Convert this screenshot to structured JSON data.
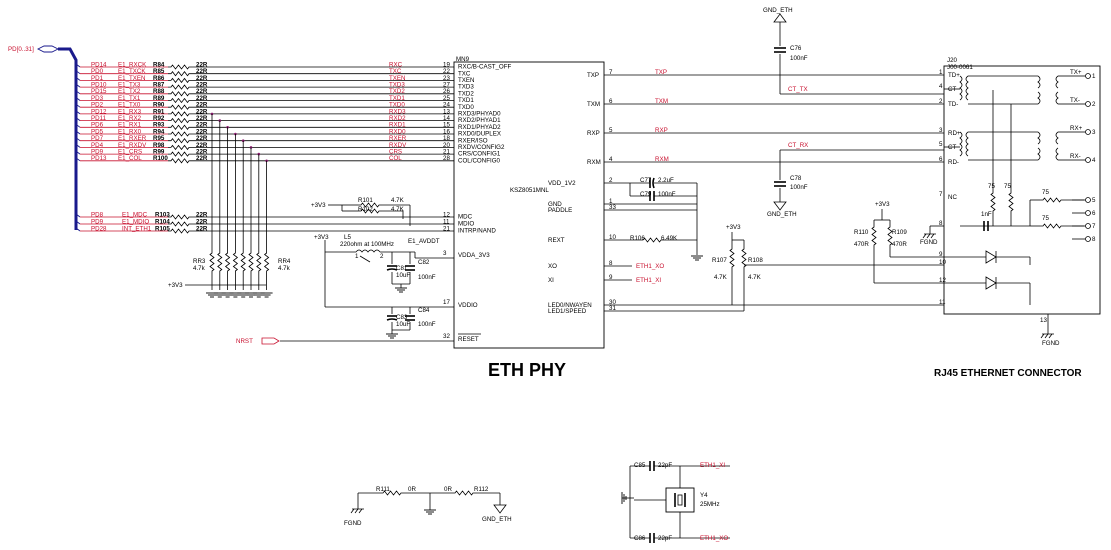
{
  "titles": {
    "phy": "ETH PHY",
    "rj45": "RJ45 ETHERNET CONNECTOR"
  },
  "bus": {
    "name": "PD[0..31]"
  },
  "chip": {
    "ref": "MN9",
    "part": "KSZ8051MNL",
    "left_pins": [
      {
        "name": "RXC/B-CAST_OFF",
        "num": "19"
      },
      {
        "name": "TXC",
        "num": "22"
      },
      {
        "name": "TXEN",
        "num": "23"
      },
      {
        "name": "TXD3",
        "num": "27"
      },
      {
        "name": "TXD2",
        "num": "26"
      },
      {
        "name": "TXD1",
        "num": "25"
      },
      {
        "name": "TXD0",
        "num": "24"
      },
      {
        "name": "RXD3/PHYAD0",
        "num": "13"
      },
      {
        "name": "RXD2/PHYAD1",
        "num": "14"
      },
      {
        "name": "RXD1/PHYAD2",
        "num": "15"
      },
      {
        "name": "RXD0/DUPLEX",
        "num": "16"
      },
      {
        "name": "RXER/ISO",
        "num": "18"
      },
      {
        "name": "RXDV/CONFIG2",
        "num": "20"
      },
      {
        "name": "CRS/CONFIG1",
        "num": "21"
      },
      {
        "name": "COL/CONFIG0",
        "num": "28"
      }
    ],
    "mgmt_pins": [
      {
        "name": "MDC",
        "num": "12"
      },
      {
        "name": "MDIO",
        "num": "11"
      },
      {
        "name": "INTRP/NAND",
        "num": "21"
      }
    ],
    "vdda": {
      "name": "VDDA_3V3",
      "num": "3"
    },
    "vddio": {
      "name": "VDDIO",
      "num": "17"
    },
    "reset": {
      "name": "RESET",
      "num": "32"
    },
    "right_pins": [
      {
        "name": "TXP",
        "num": "7"
      },
      {
        "name": "TXM",
        "num": "6"
      },
      {
        "name": "RXP",
        "num": "5"
      },
      {
        "name": "RXM",
        "num": "4"
      },
      {
        "name": "VDD_1V2",
        "num": "2"
      },
      {
        "name": "GND",
        "num": "1"
      },
      {
        "name": "PADDLE",
        "num": "33"
      },
      {
        "name": "REXT",
        "num": "10"
      },
      {
        "name": "XO",
        "num": "8"
      },
      {
        "name": "XI",
        "num": "9"
      },
      {
        "name": "LED0/NWAYEN",
        "num": "30"
      },
      {
        "name": "LED1/SPEED",
        "num": "31"
      }
    ]
  },
  "rows": [
    {
      "bus": "PD14",
      "sig": "E1_RXCK",
      "ref": "R84",
      "val": "22R",
      "net": "RXC"
    },
    {
      "bus": "PD0",
      "sig": "E1_TXCK",
      "ref": "R85",
      "val": "22R",
      "net": "TXC"
    },
    {
      "bus": "PD1",
      "sig": "E1_TXEN",
      "ref": "R86",
      "val": "22R",
      "net": "TXEN"
    },
    {
      "bus": "PD10",
      "sig": "E1_TX3",
      "ref": "R87",
      "val": "22R",
      "net": "TXD3"
    },
    {
      "bus": "PD15",
      "sig": "E1_TX2",
      "ref": "R88",
      "val": "22R",
      "net": "TXD2"
    },
    {
      "bus": "PD3",
      "sig": "E1_TX1",
      "ref": "R89",
      "val": "22R",
      "net": "TXD1"
    },
    {
      "bus": "PD2",
      "sig": "E1_TX0",
      "ref": "R90",
      "val": "22R",
      "net": "TXD0"
    },
    {
      "bus": "PD12",
      "sig": "E1_RX3",
      "ref": "R91",
      "val": "22R",
      "net": "RXD3"
    },
    {
      "bus": "PD11",
      "sig": "E1_RX2",
      "ref": "R92",
      "val": "22R",
      "net": "RXD2"
    },
    {
      "bus": "PD6",
      "sig": "E1_RX1",
      "ref": "R93",
      "val": "22R",
      "net": "RXD1"
    },
    {
      "bus": "PD5",
      "sig": "E1_RX0",
      "ref": "R94",
      "val": "22R",
      "net": "RXD0"
    },
    {
      "bus": "PD7",
      "sig": "E1_RXER",
      "ref": "R95",
      "val": "22R",
      "net": "RXER"
    },
    {
      "bus": "PD4",
      "sig": "E1_RXDV",
      "ref": "R98",
      "val": "22R",
      "net": "RXDV"
    },
    {
      "bus": "PD9",
      "sig": "E1_CRS",
      "ref": "R99",
      "val": "22R",
      "net": "CRS"
    },
    {
      "bus": "PD13",
      "sig": "E1_COL",
      "ref": "R100",
      "val": "22R",
      "net": "COL"
    }
  ],
  "mgmt_rows": [
    {
      "bus": "PD8",
      "sig": "E1_MDC",
      "ref": "R103",
      "val": "22R"
    },
    {
      "bus": "PD9",
      "sig": "E1_MDIO",
      "ref": "R104",
      "val": "22R"
    },
    {
      "bus": "PD28",
      "sig": "INT_ETH1",
      "ref": "R105",
      "val": "22R"
    }
  ],
  "right_nets": [
    "TXP",
    "TXM",
    "RXP",
    "RXM"
  ],
  "parts": {
    "c76": {
      "ref": "C76",
      "val": "100nF",
      "net": "GND_ETH"
    },
    "c78": {
      "ref": "C78",
      "val": "100nF",
      "net": "GND_ETH"
    },
    "c77": {
      "ref": "C77",
      "val": "2.2uF"
    },
    "c79": {
      "ref": "C79",
      "val": "100nF"
    },
    "r106": {
      "ref": "R106",
      "val": "6.49K"
    },
    "r107": {
      "ref": "R107",
      "val": "4.7K"
    },
    "r108": {
      "ref": "R108",
      "val": "4.7K"
    },
    "rail": "+3V3",
    "r101": {
      "ref": "R101",
      "val": "4.7K"
    },
    "r102": {
      "ref": "R102",
      "val": "4.7K"
    },
    "rr3": {
      "ref": "RR3",
      "val": "4.7k"
    },
    "rr4": {
      "ref": "RR4",
      "val": "4.7k"
    },
    "l5": {
      "ref": "L5",
      "val": "220ohm at 100MHz"
    },
    "avddt": "E1_AVDDT",
    "c81": {
      "ref": "C81",
      "val": "10uF"
    },
    "c82": {
      "ref": "C82",
      "val": "100nF"
    },
    "c83": {
      "ref": "C83",
      "val": "10uF"
    },
    "c84": {
      "ref": "C84",
      "val": "100nF"
    },
    "nrst": "NRST",
    "xo_net": "ETH1_XO",
    "xi_net": "ETH1_XI",
    "ct_tx": "CT_TX",
    "ct_rx": "CT_RX",
    "r110": {
      "ref": "R110",
      "val": "470R"
    },
    "r109": {
      "ref": "R109",
      "val": "470R"
    },
    "fgnd": "FGND",
    "r111": {
      "ref": "R111",
      "val": "0R"
    },
    "r112": {
      "ref": "R112",
      "val": "0R"
    },
    "gnd_eth": "GND_ETH",
    "c85": {
      "ref": "C85",
      "val": "22pF"
    },
    "c86": {
      "ref": "C86",
      "val": "22pF"
    },
    "y4": {
      "ref": "Y4",
      "val": "25MHz"
    }
  },
  "jack": {
    "ref": "J20",
    "part": "J00-0061",
    "pins_left": [
      {
        "num": "1",
        "name": "TD+"
      },
      {
        "num": "4",
        "name": "CT"
      },
      {
        "num": "2",
        "name": "TD-"
      },
      {
        "num": "3",
        "name": "RD+"
      },
      {
        "num": "5",
        "name": "CT"
      },
      {
        "num": "6",
        "name": "RD-"
      },
      {
        "num": "7",
        "name": "NC"
      },
      {
        "num": "8",
        "name": ""
      },
      {
        "num": "9",
        "name": ""
      },
      {
        "num": "10",
        "name": ""
      },
      {
        "num": "12",
        "name": ""
      },
      {
        "num": "11",
        "name": ""
      }
    ],
    "right_labels": [
      "TX+",
      "TX-",
      "RX+",
      "RX-"
    ],
    "inner_r": [
      "75",
      "75",
      "75",
      "75"
    ],
    "inner_c": "1nF",
    "right_pins": [
      "1",
      "2",
      "3",
      "4",
      "5",
      "6",
      "7",
      "8"
    ],
    "shield": "13"
  }
}
